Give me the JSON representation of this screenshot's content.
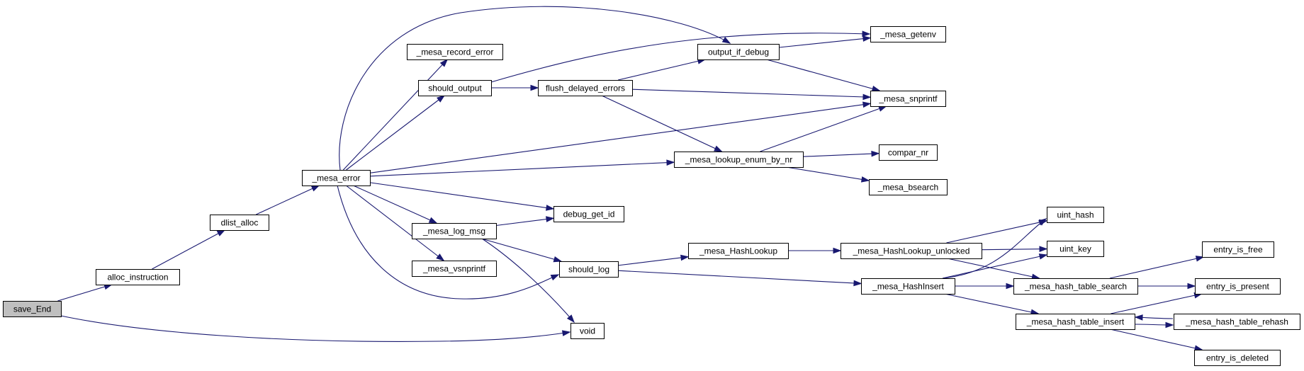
{
  "diagram": {
    "type": "call-graph",
    "root": "save_End",
    "colors": {
      "edge": "#191970",
      "node_fill": "#ffffff",
      "root_fill": "#bfbfbf",
      "border": "#000000",
      "text": "#000000"
    },
    "nodes": [
      {
        "id": "save_End",
        "label": "save_End",
        "root": true
      },
      {
        "id": "alloc_instruction",
        "label": "alloc_instruction"
      },
      {
        "id": "dlist_alloc",
        "label": "dlist_alloc"
      },
      {
        "id": "void",
        "label": "void"
      },
      {
        "id": "_mesa_error",
        "label": "_mesa_error"
      },
      {
        "id": "_mesa_record_error",
        "label": "_mesa_record_error"
      },
      {
        "id": "should_output",
        "label": "should_output"
      },
      {
        "id": "_mesa_log_msg",
        "label": "_mesa_log_msg"
      },
      {
        "id": "_mesa_vsnprintf",
        "label": "_mesa_vsnprintf"
      },
      {
        "id": "output_if_debug",
        "label": "output_if_debug"
      },
      {
        "id": "flush_delayed_errors",
        "label": "flush_delayed_errors"
      },
      {
        "id": "debug_get_id",
        "label": "debug_get_id"
      },
      {
        "id": "should_log",
        "label": "should_log"
      },
      {
        "id": "_mesa_getenv",
        "label": "_mesa_getenv"
      },
      {
        "id": "_mesa_snprintf",
        "label": "_mesa_snprintf"
      },
      {
        "id": "_mesa_lookup_enum_by_nr",
        "label": "_mesa_lookup_enum_by_nr"
      },
      {
        "id": "compar_nr",
        "label": "compar_nr"
      },
      {
        "id": "_mesa_bsearch",
        "label": "_mesa_bsearch"
      },
      {
        "id": "_mesa_HashLookup",
        "label": "_mesa_HashLookup"
      },
      {
        "id": "_mesa_HashLookup_unlocked",
        "label": "_mesa_HashLookup_unlocked"
      },
      {
        "id": "_mesa_HashInsert",
        "label": "_mesa_HashInsert"
      },
      {
        "id": "uint_hash",
        "label": "uint_hash"
      },
      {
        "id": "uint_key",
        "label": "uint_key"
      },
      {
        "id": "_mesa_hash_table_search",
        "label": "_mesa_hash_table_search"
      },
      {
        "id": "_mesa_hash_table_insert",
        "label": "_mesa_hash_table_insert"
      },
      {
        "id": "entry_is_free",
        "label": "entry_is_free"
      },
      {
        "id": "entry_is_present",
        "label": "entry_is_present"
      },
      {
        "id": "_mesa_hash_table_rehash",
        "label": "_mesa_hash_table_rehash"
      },
      {
        "id": "entry_is_deleted",
        "label": "entry_is_deleted"
      }
    ],
    "edges": [
      {
        "from": "save_End",
        "to": "alloc_instruction"
      },
      {
        "from": "save_End",
        "to": "void"
      },
      {
        "from": "alloc_instruction",
        "to": "dlist_alloc"
      },
      {
        "from": "dlist_alloc",
        "to": "_mesa_error"
      },
      {
        "from": "_mesa_error",
        "to": "_mesa_record_error"
      },
      {
        "from": "_mesa_error",
        "to": "should_output"
      },
      {
        "from": "_mesa_error",
        "to": "output_if_debug"
      },
      {
        "from": "_mesa_error",
        "to": "_mesa_snprintf"
      },
      {
        "from": "_mesa_error",
        "to": "_mesa_lookup_enum_by_nr"
      },
      {
        "from": "_mesa_error",
        "to": "debug_get_id"
      },
      {
        "from": "_mesa_error",
        "to": "_mesa_log_msg"
      },
      {
        "from": "_mesa_error",
        "to": "_mesa_vsnprintf"
      },
      {
        "from": "_mesa_error",
        "to": "should_log"
      },
      {
        "from": "should_output",
        "to": "flush_delayed_errors"
      },
      {
        "from": "should_output",
        "to": "_mesa_getenv"
      },
      {
        "from": "flush_delayed_errors",
        "to": "output_if_debug"
      },
      {
        "from": "flush_delayed_errors",
        "to": "_mesa_snprintf"
      },
      {
        "from": "flush_delayed_errors",
        "to": "_mesa_lookup_enum_by_nr"
      },
      {
        "from": "output_if_debug",
        "to": "_mesa_getenv"
      },
      {
        "from": "output_if_debug",
        "to": "_mesa_snprintf"
      },
      {
        "from": "_mesa_lookup_enum_by_nr",
        "to": "_mesa_snprintf"
      },
      {
        "from": "_mesa_lookup_enum_by_nr",
        "to": "compar_nr"
      },
      {
        "from": "_mesa_lookup_enum_by_nr",
        "to": "_mesa_bsearch"
      },
      {
        "from": "_mesa_log_msg",
        "to": "debug_get_id"
      },
      {
        "from": "_mesa_log_msg",
        "to": "should_log"
      },
      {
        "from": "_mesa_log_msg",
        "to": "void"
      },
      {
        "from": "should_log",
        "to": "_mesa_HashLookup"
      },
      {
        "from": "should_log",
        "to": "_mesa_HashInsert"
      },
      {
        "from": "_mesa_HashLookup",
        "to": "_mesa_HashLookup_unlocked"
      },
      {
        "from": "_mesa_HashLookup_unlocked",
        "to": "uint_hash"
      },
      {
        "from": "_mesa_HashLookup_unlocked",
        "to": "uint_key"
      },
      {
        "from": "_mesa_HashLookup_unlocked",
        "to": "_mesa_hash_table_search"
      },
      {
        "from": "_mesa_HashInsert",
        "to": "uint_hash"
      },
      {
        "from": "_mesa_HashInsert",
        "to": "uint_key"
      },
      {
        "from": "_mesa_HashInsert",
        "to": "_mesa_hash_table_search"
      },
      {
        "from": "_mesa_HashInsert",
        "to": "_mesa_hash_table_insert"
      },
      {
        "from": "_mesa_hash_table_search",
        "to": "entry_is_free"
      },
      {
        "from": "_mesa_hash_table_search",
        "to": "entry_is_present"
      },
      {
        "from": "_mesa_hash_table_insert",
        "to": "entry_is_present"
      },
      {
        "from": "_mesa_hash_table_insert",
        "to": "_mesa_hash_table_rehash"
      },
      {
        "from": "_mesa_hash_table_insert",
        "to": "entry_is_deleted"
      },
      {
        "from": "_mesa_hash_table_rehash",
        "to": "_mesa_hash_table_insert"
      }
    ]
  }
}
